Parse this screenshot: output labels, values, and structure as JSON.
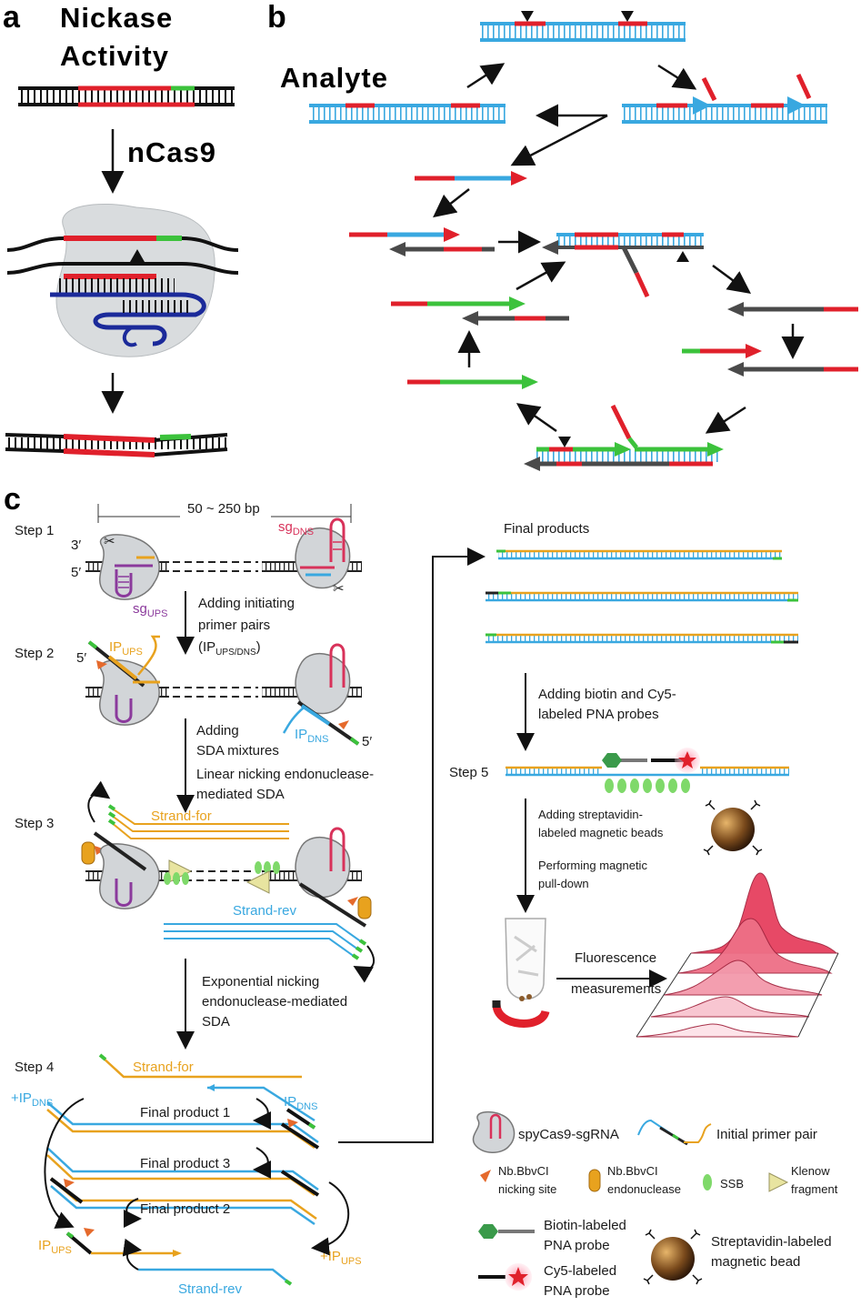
{
  "panels": {
    "a": {
      "letter": "a",
      "title_line1": "Nickase",
      "title_line2": "Activity",
      "enzyme": "nCas9"
    },
    "b": {
      "letter": "b",
      "analyte": "Analyte"
    },
    "c": {
      "letter": "c",
      "span": "50 ~ 250 bp",
      "steps": [
        "Step 1",
        "Step 2",
        "Step 3",
        "Step 4",
        "Step 5"
      ],
      "three_prime": "3′",
      "five_prime": "5′",
      "sg_dns": "sg",
      "sg_dns_sub": "DNS",
      "sg_ups": "sg",
      "sg_ups_sub": "UPS",
      "ip_ups": "IP",
      "ip_ups_sub": "UPS",
      "ip_dns": "IP",
      "ip_dns_sub": "DNS",
      "step1_note": [
        "Adding initiating",
        "primer pairs",
        "(IP",
        "UPS/DNS",
        ")"
      ],
      "step2_note": [
        "Adding",
        "SDA mixtures"
      ],
      "step2_note2": [
        "Linear nicking endonuclease-",
        "mediated SDA"
      ],
      "strand_for": "Strand-for",
      "strand_rev": "Strand-rev",
      "step3_note": [
        "Exponential nicking",
        "endonuclease-mediated",
        "SDA"
      ],
      "final_product_1": "Final product 1",
      "final_product_2": "Final product 2",
      "final_product_3": "Final product 3",
      "plus_ip_dns": "+IP",
      "plus_ip_ups": "+IP",
      "final_products": "Final products",
      "pna_note": [
        "Adding biotin and Cy5-",
        "labeled PNA probes"
      ],
      "bead_note": [
        "Adding streptavidin-",
        "labeled magnetic beads"
      ],
      "pulldown_note": [
        "Performing magnetic",
        "pull-down"
      ],
      "fluor_note": [
        "Fluorescence",
        "measurements"
      ]
    },
    "legend": {
      "cas9": "spyCas9-sgRNA",
      "primer_pair": "Initial primer pair",
      "nick_site": [
        "Nb.BbvCI",
        "nicking site"
      ],
      "endonuclease": [
        "Nb.BbvCI",
        "endonuclease"
      ],
      "ssb": "SSB",
      "klenow": [
        "Klenow",
        "fragment"
      ],
      "biotin_probe": [
        "Biotin-labeled",
        "PNA probe"
      ],
      "cy5_probe": [
        "Cy5-labeled",
        "PNA probe"
      ],
      "bead": [
        "Streptavidin-labeled",
        "magnetic bead"
      ]
    }
  },
  "colors": {
    "red": "#e0202b",
    "green": "#3cc23c",
    "blue": "#39a8e0",
    "dark": "#4a4a4a",
    "orange": "#e8a21e",
    "purple": "#8b3a9c",
    "navy": "#1b2a9a",
    "magenta": "#d8325a"
  }
}
